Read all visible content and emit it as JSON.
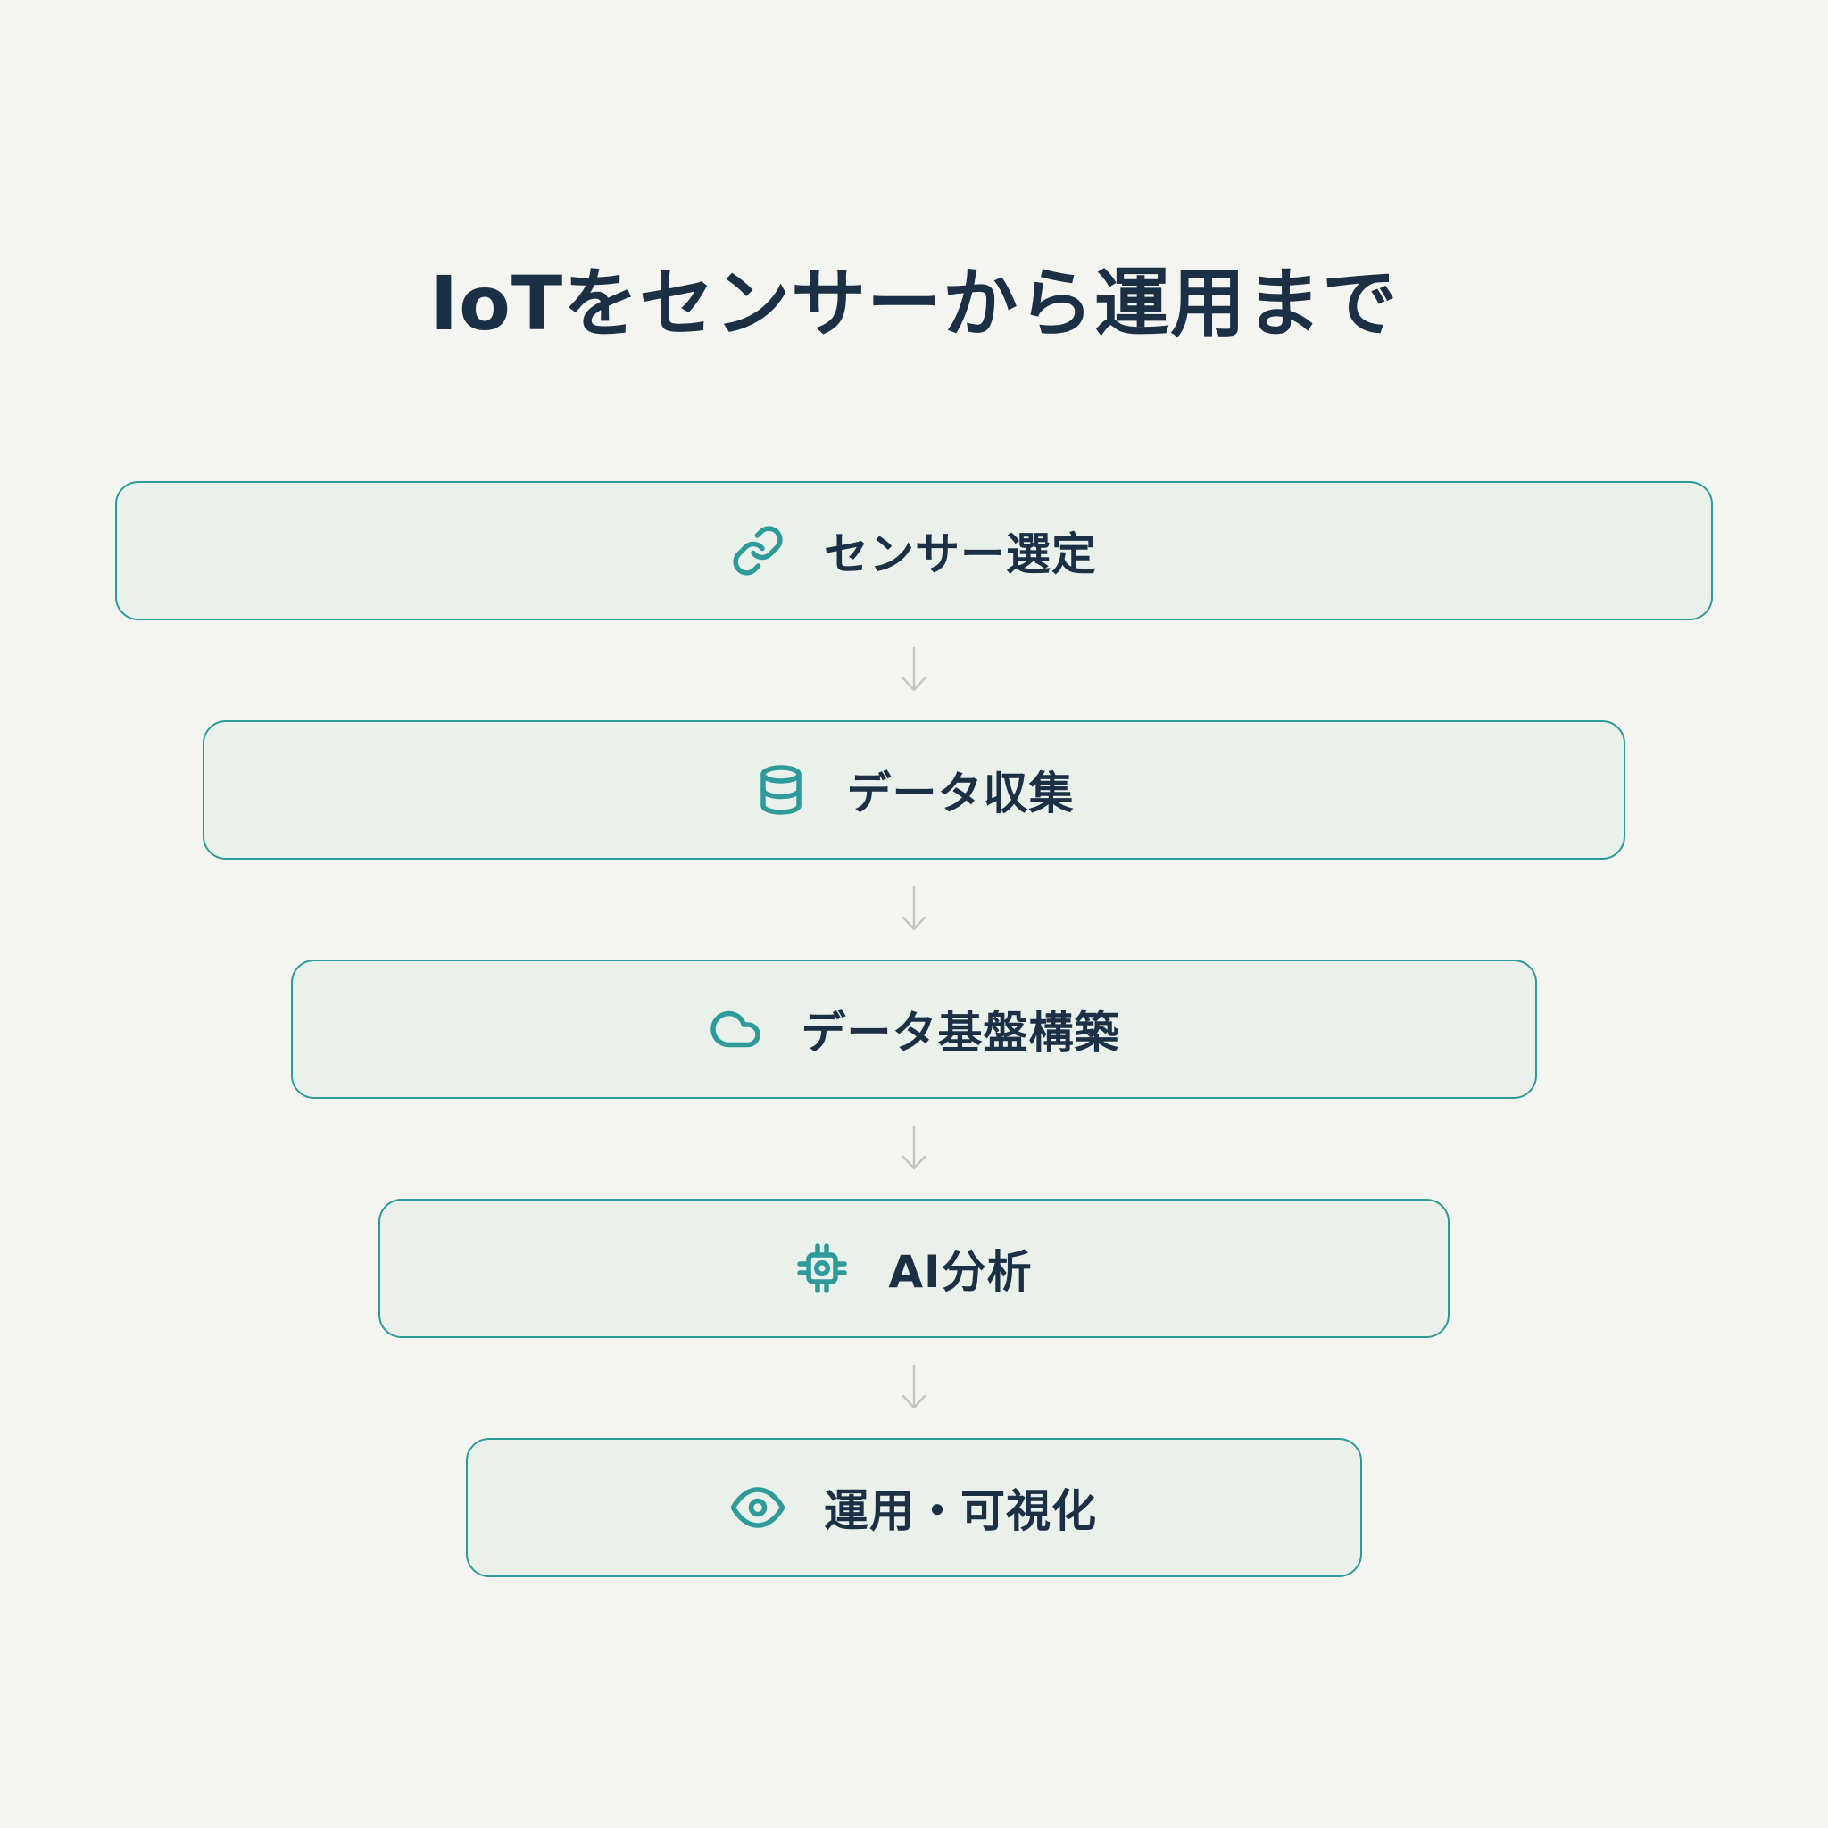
{
  "title": "IoTをセンサーから運用まで",
  "colors": {
    "background": "#f4f5f0",
    "box_fill": "#eaf0ea",
    "accent": "#2f9a9a",
    "text": "#1b2f45",
    "arrow": "#c4c7c2"
  },
  "steps": [
    {
      "label": "センサー選定",
      "icon": "link-icon"
    },
    {
      "label": "データ収集",
      "icon": "database-icon"
    },
    {
      "label": "データ基盤構築",
      "icon": "cloud-icon"
    },
    {
      "label": "AI分析",
      "icon": "chip-icon"
    },
    {
      "label": "運用・可視化",
      "icon": "eye-icon"
    }
  ]
}
